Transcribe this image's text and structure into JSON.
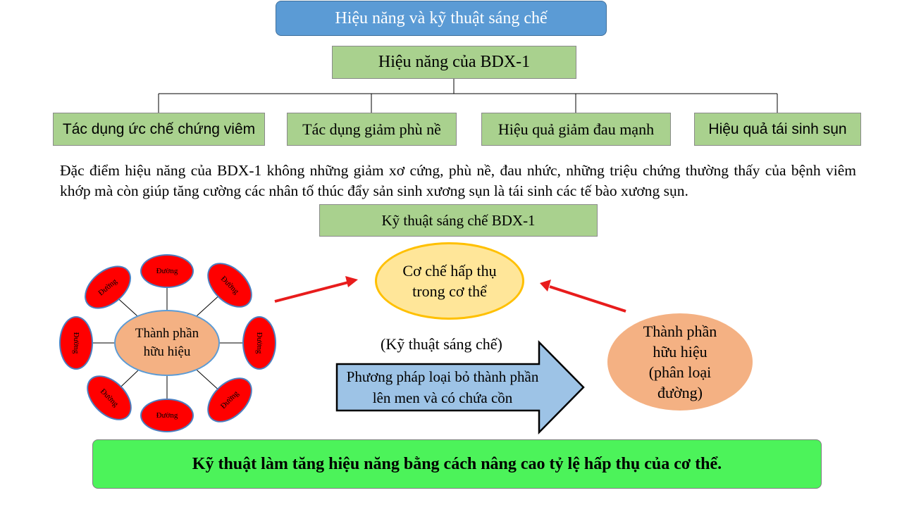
{
  "title": "Hiệu năng và kỹ thuật sáng chế",
  "tree": {
    "root": "Hiệu năng của BDX-1",
    "children": [
      "Tác dụng ức chế chứng viêm",
      "Tác dụng giảm phù nề",
      "Hiệu quả giảm đau mạnh",
      "Hiệu quả tái sinh sụn"
    ]
  },
  "description": "Đặc điểm hiệu năng của BDX-1 không những giảm xơ cứng, phù nề, đau nhức, những triệu chứng thường thấy của bệnh viêm khớp mà còn giúp tăng cường các nhân tố thúc đẩy sản sinh xương sụn là tái sinh các tế bào xương sụn.",
  "technique": {
    "title": "Kỹ thuật sáng chế BDX-1",
    "mechanism": "Cơ chế hấp thụ trong cơ thể",
    "center_label": "Thành phần hữu hiệu",
    "sugar_label": "Đường",
    "caption": "(Kỹ thuật sáng chế)",
    "method": "Phương pháp loại bỏ thành phần lên men và có chứa cồn",
    "component": "Thành phần hữu hiệu (phân loại đường)"
  },
  "conclusion": "Kỹ thuật làm tăng hiệu năng bằng cách nâng cao tỷ lệ hấp thụ của cơ thể.",
  "colors": {
    "title_bg": "#5b9bd5",
    "box_green": "#a9d18e",
    "mechanism_fill": "#ffe699",
    "mechanism_border": "#ffc000",
    "component_fill": "#f4b183",
    "sugar_fill": "#ff0000",
    "method_arrow_fill": "#9dc3e6",
    "red_arrow": "#e81c1c",
    "conclusion_bg": "#4cf35a"
  }
}
